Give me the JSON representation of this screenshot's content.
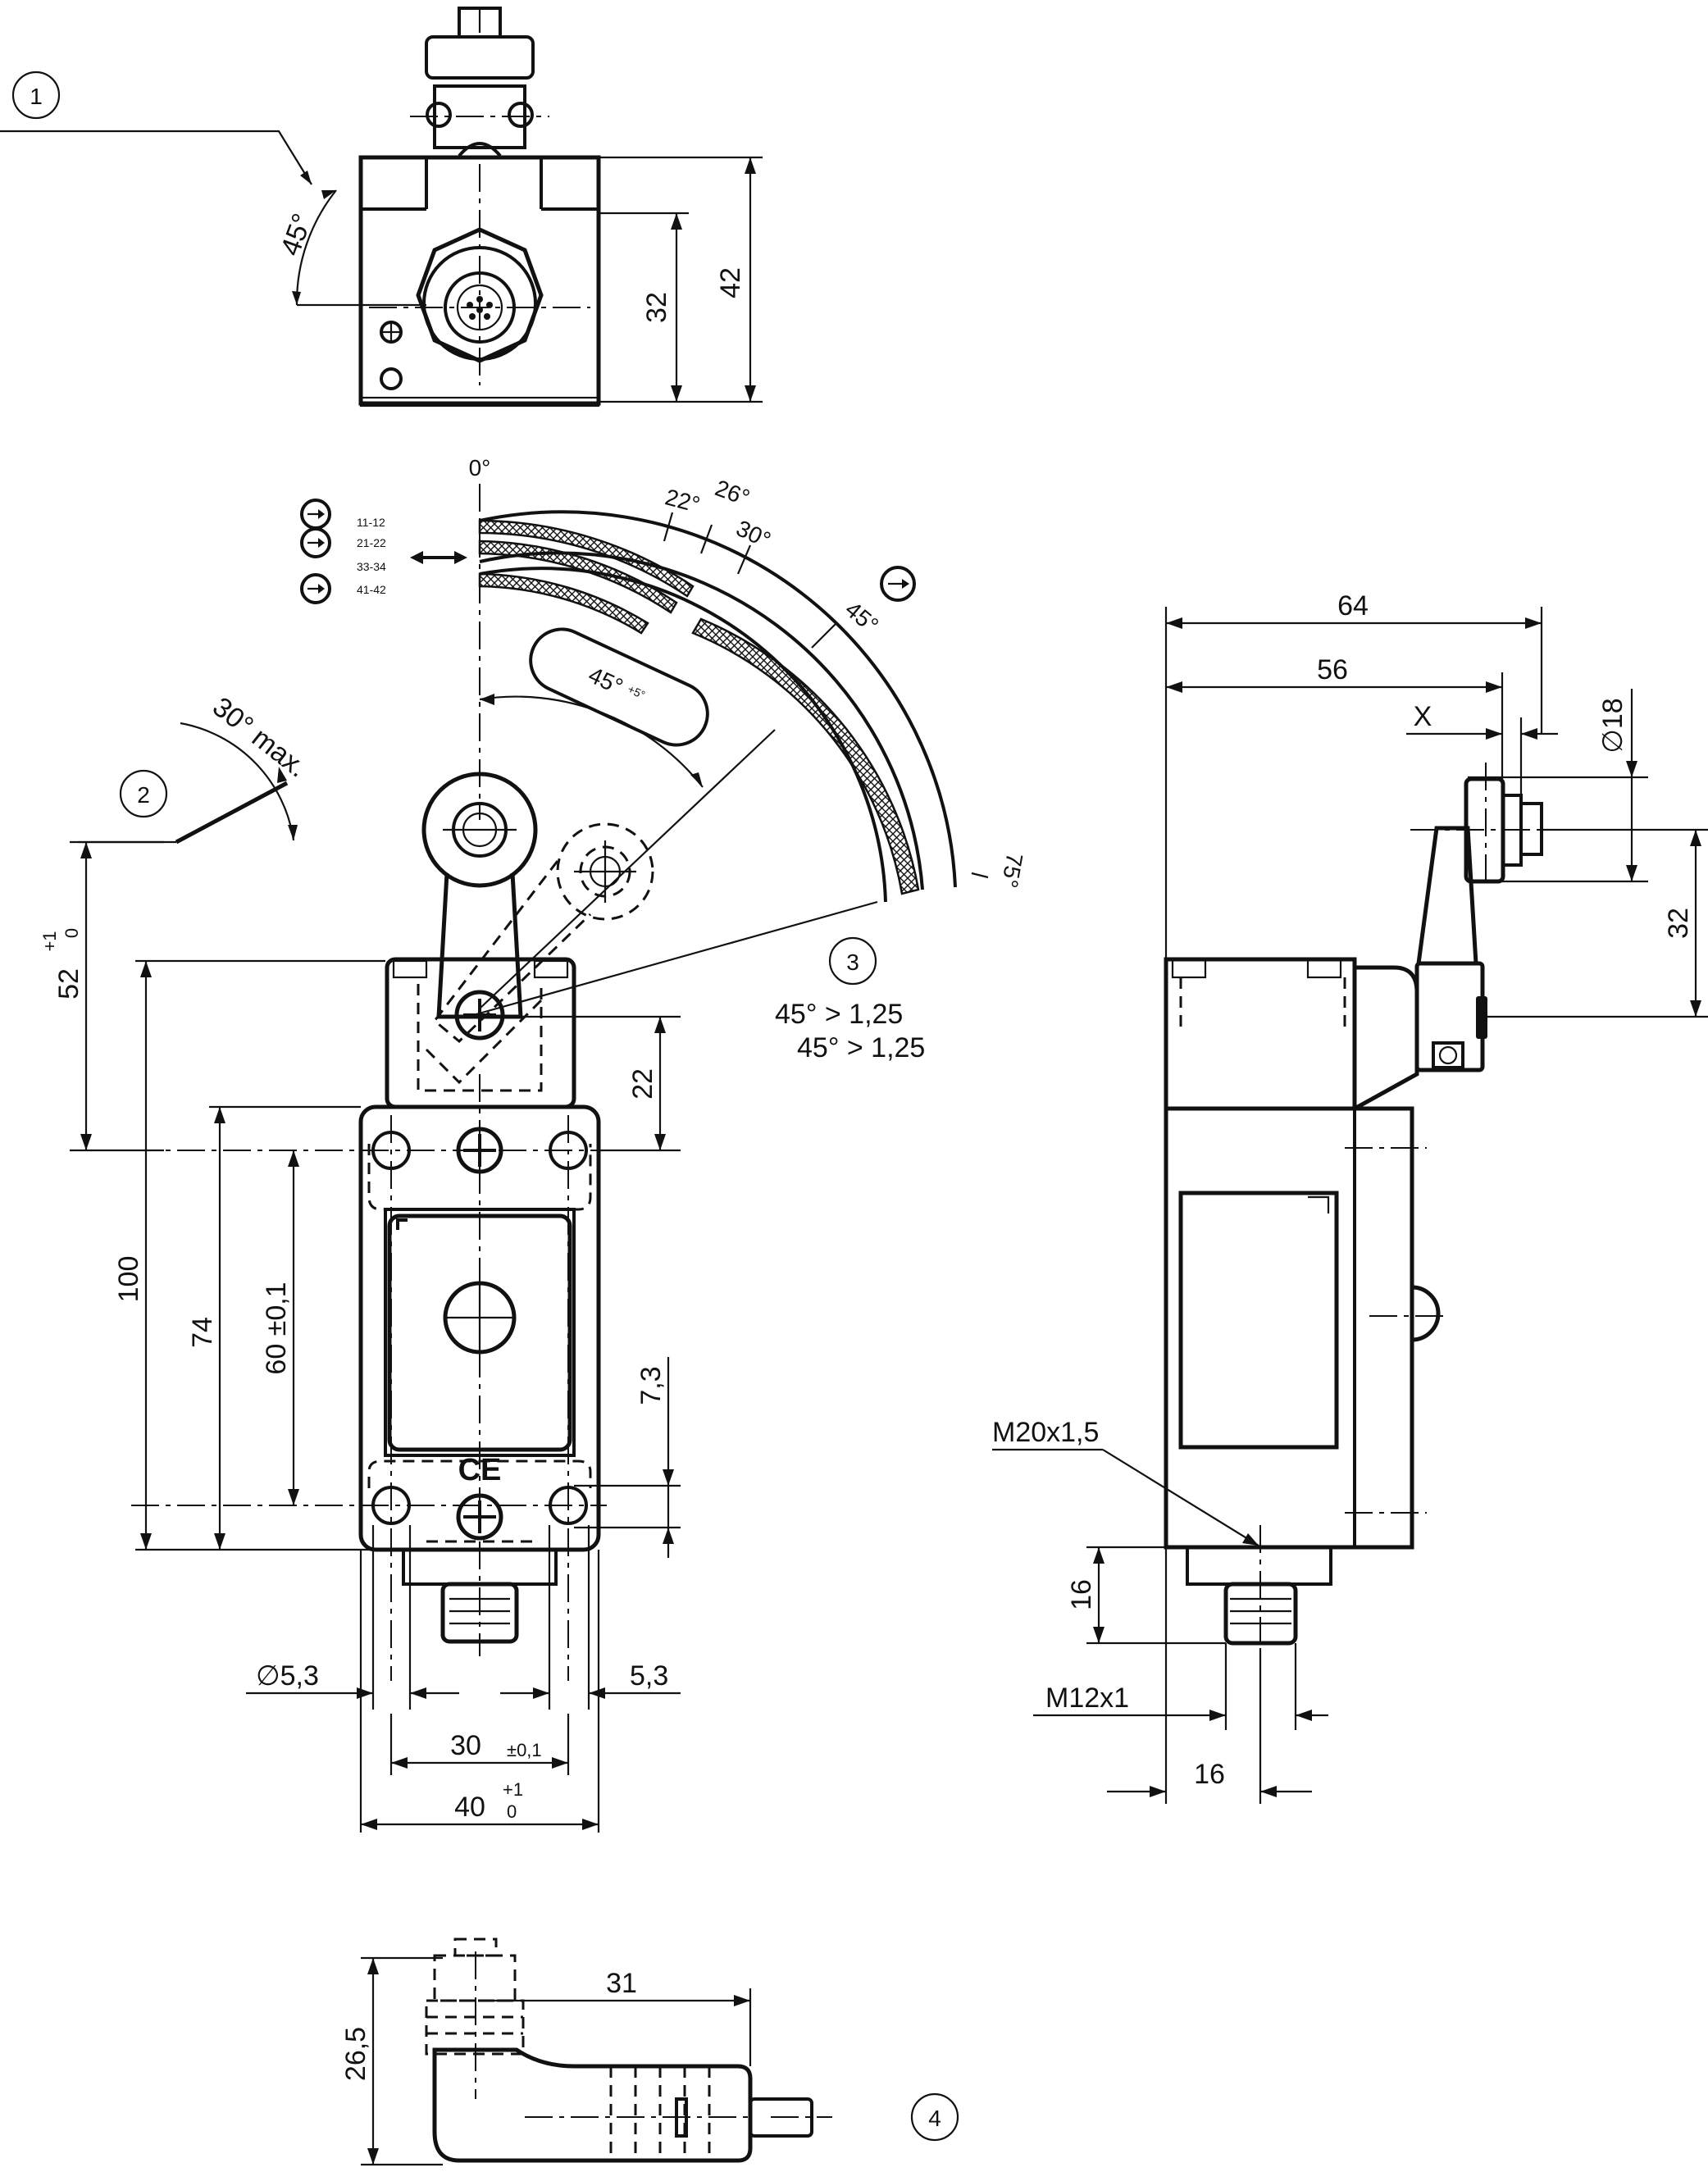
{
  "callouts": [
    "1",
    "2",
    "3",
    "4"
  ],
  "top_view": {
    "angle": "45°",
    "height_inner": "32",
    "height_outer": "42"
  },
  "actuation_diagram": {
    "angle_zero": "0°",
    "angle_22": "22°",
    "angle_26": "26°",
    "angle_30": "30°",
    "angle_45": "45°",
    "angle_75": "75°",
    "contacts": [
      "11-12",
      "21-22",
      "33-34",
      "41-42"
    ],
    "positive_opening_symbol": "→",
    "slot_label": "45°",
    "slot_tolerance": "+5°",
    "note_line1": "45° > 1,25",
    "note_line2": "45° > 1,25"
  },
  "lever_overtravel": "30° max.",
  "front_view": {
    "dim_52": "52",
    "dim_52_tol_upper": "+1",
    "dim_52_tol_lower": "0",
    "dim_100": "100",
    "dim_74": "74",
    "dim_60": "60 ±0,1",
    "dim_22": "22",
    "dim_7_3": "7,3",
    "hole_dia": "∅5,3",
    "dim_5_3": "5,3",
    "dim_30": "30",
    "dim_30_tol": "±0,1",
    "dim_40": "40",
    "dim_40_tol_upper": "+1",
    "dim_40_tol_lower": "0",
    "ce_mark": "CE"
  },
  "side_view": {
    "dim_64": "64",
    "dim_56": "56",
    "dim_x": "X",
    "dim_dia18": "∅18",
    "dim_32": "32",
    "thread_m20": "M20x1,5",
    "dim_16_height": "16",
    "thread_m12": "M12x1",
    "dim_16_width": "16"
  },
  "connector_view": {
    "dim_26_5": "26,5",
    "dim_31": "31"
  }
}
